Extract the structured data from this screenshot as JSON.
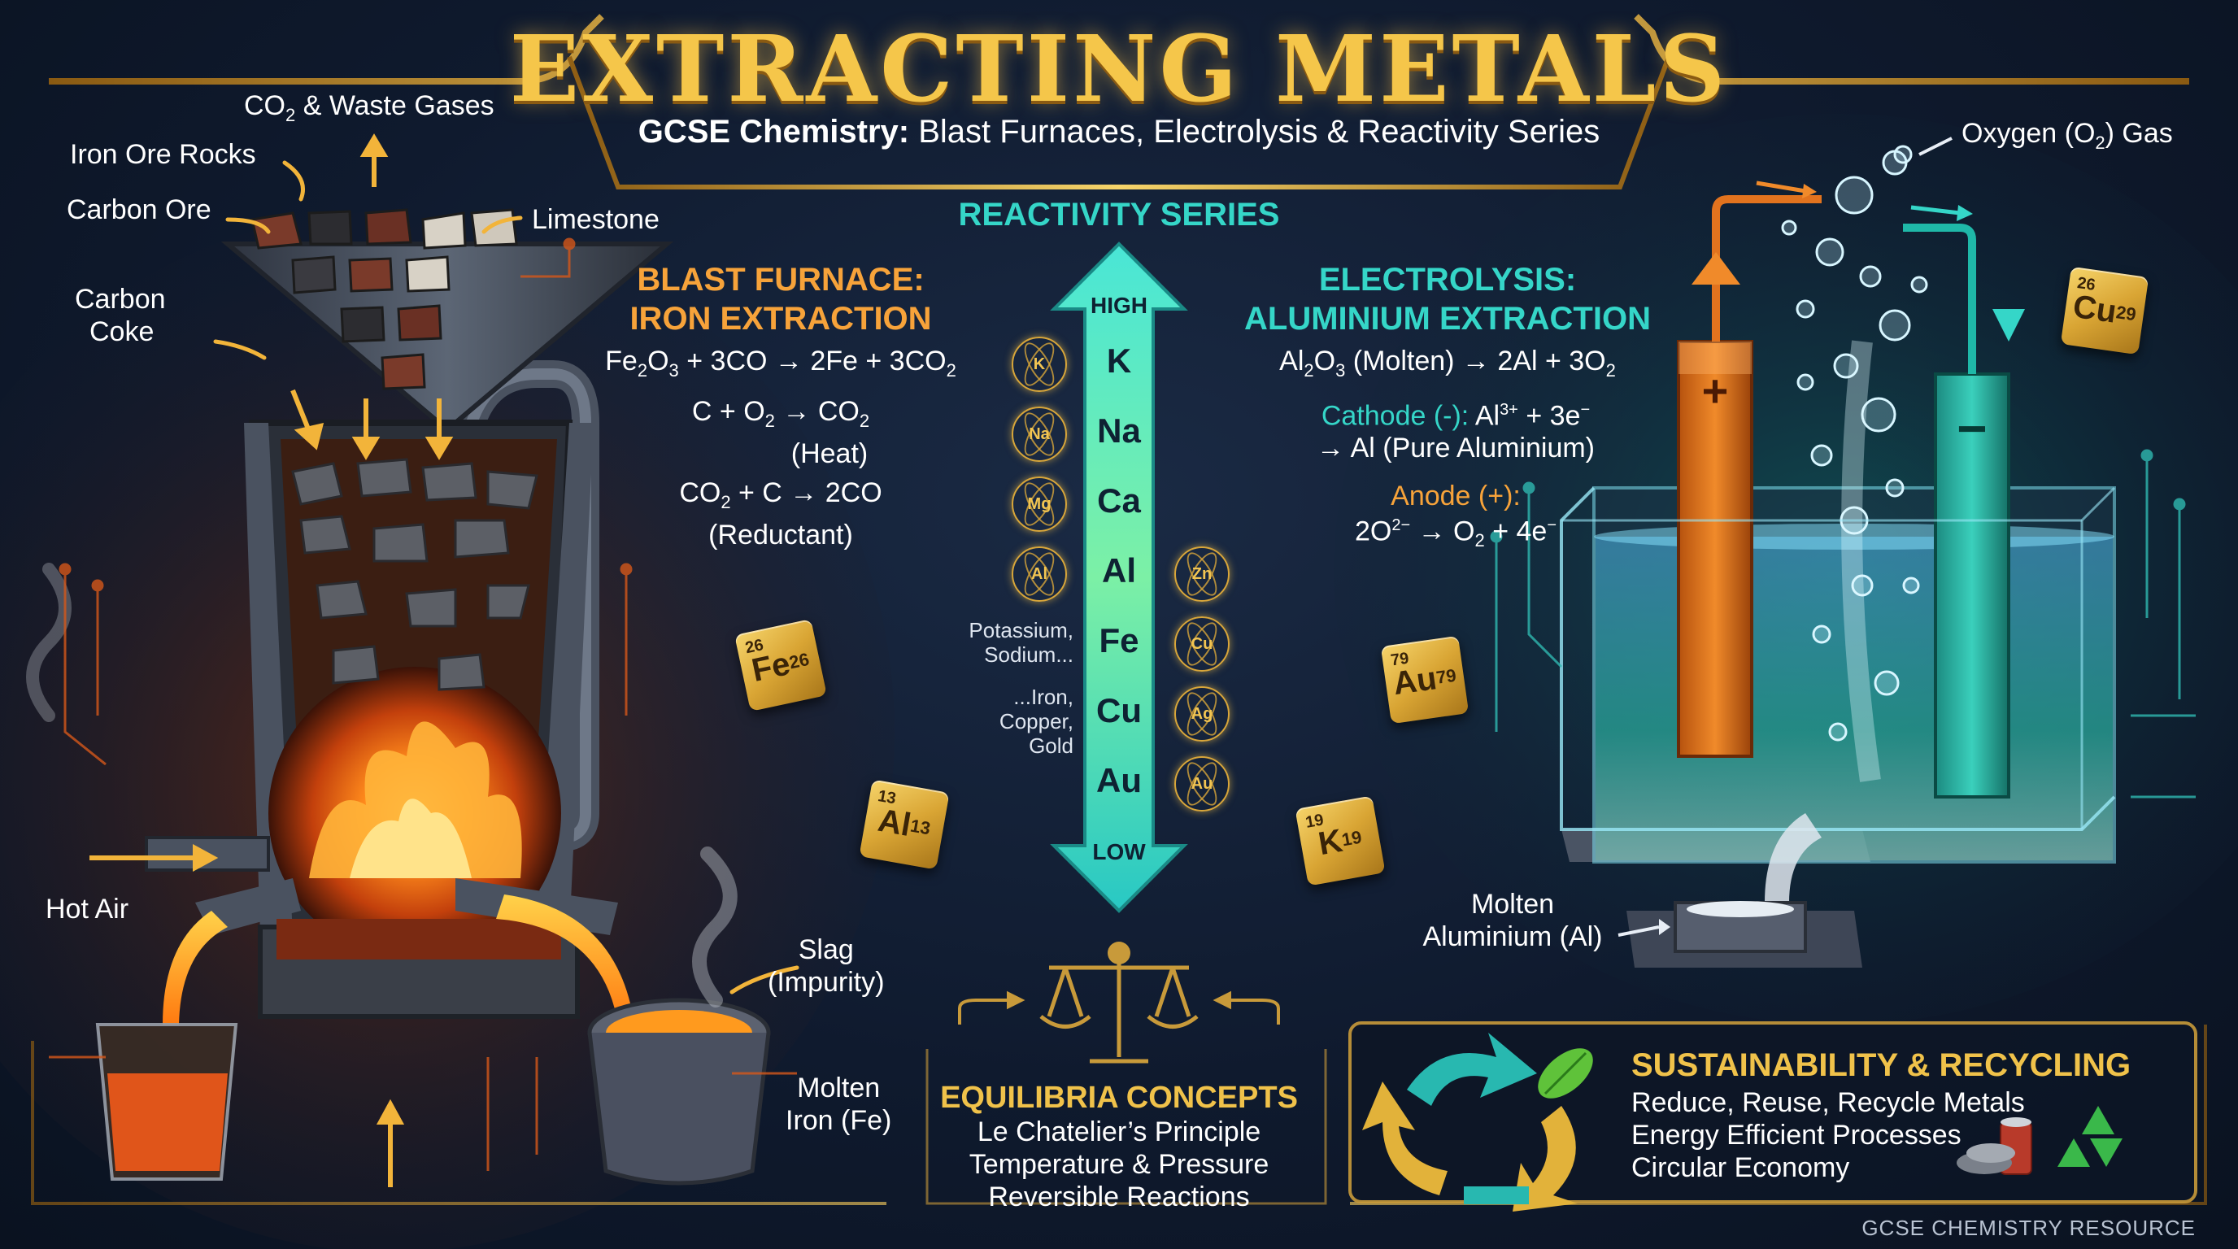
{
  "header": {
    "title": "EXTRACTING METALS",
    "subtitle_bold": "GCSE Chemistry:",
    "subtitle_rest": " Blast Furnaces, Electrolysis & Reactivity Series"
  },
  "furnace": {
    "labels": {
      "co2_gases_pre": "CO",
      "co2_gases_sub": "2",
      "co2_gases_post": " & Waste Gases",
      "iron_ore": "Iron Ore Rocks",
      "carbon_ore": "Carbon Ore",
      "limestone": "Limestone",
      "carbon_coke_1": "Carbon",
      "carbon_coke_2": "Coke",
      "hot_air": "Hot Air",
      "slag_1": "Slag",
      "slag_2": "(Impurity)",
      "molten_iron_1": "Molten",
      "molten_iron_2": "Iron (Fe)"
    },
    "heading_1": "BLAST FURNACE:",
    "heading_2": "IRON EXTRACTION",
    "eq1": {
      "a": "Fe",
      "a_sub": "2",
      "b": "O",
      "b_sub": "3",
      "c": " + 3CO → 2Fe + 3CO",
      "c_sub": "2"
    },
    "eq2": {
      "a": "C + O",
      "a_sub": "2",
      "b": " → CO",
      "b_sub": "2",
      "note": "(Heat)"
    },
    "eq3": {
      "a": "CO",
      "a_sub": "2",
      "b": " + C → 2CO",
      "note": "(Reductant)"
    }
  },
  "reactivity": {
    "heading": "REACTIVITY SERIES",
    "high": "HIGH",
    "low": "LOW",
    "elements": [
      "K",
      "Na",
      "Ca",
      "Al",
      "Fe",
      "Cu",
      "Au"
    ],
    "left_atoms": [
      "K",
      "Na",
      "Mg",
      "Al"
    ],
    "right_atoms": [
      "Zn",
      "Cu",
      "Ag",
      "Au"
    ],
    "note_1a": "Potassium,",
    "note_1b": "Sodium...",
    "note_2a": "...Iron,",
    "note_2b": "Copper,",
    "note_2c": "Gold"
  },
  "electrolysis": {
    "heading_1": "ELECTROLYSIS:",
    "heading_2": "ALUMINIUM EXTRACTION",
    "eq1": {
      "a": "Al",
      "a_sub": "2",
      "b": "O",
      "b_sub": "3",
      "c": " (Molten) → 2Al + 3O",
      "c_sub": "2"
    },
    "cathode_label": "Cathode (-):",
    "cathode_eq": {
      "a": " Al",
      "a_sup": "3+",
      "b": " + 3e",
      "b_sup": "−"
    },
    "cathode_eq2": "→ Al (Pure Aluminium)",
    "anode_label": "Anode (+):",
    "anode_eq": {
      "a": "2O",
      "a_sup": "2−",
      "b": " → O",
      "b_sub": "2",
      "c": " + 4e",
      "c_sup": "−"
    },
    "oxygen": {
      "a": "Oxygen (O",
      "sub": "2",
      "b": ") Gas"
    },
    "molten_al_1": "Molten",
    "molten_al_2": "Aluminium (Al)",
    "plus": "+",
    "minus": "−"
  },
  "tiles": [
    {
      "num": "26",
      "sym": "Fe",
      "sup": "26"
    },
    {
      "num": "13",
      "sym": "Al",
      "sup": "13"
    },
    {
      "num": "79",
      "sym": "Au",
      "sup": "79"
    },
    {
      "num": "19",
      "sym": "K",
      "sup": "19"
    },
    {
      "num": "26",
      "sym": "Cu",
      "sup": "29"
    }
  ],
  "equilibria": {
    "heading": "EQUILIBRIA CONCEPTS",
    "lines": [
      "Le Chatelier’s Principle",
      "Temperature & Pressure",
      "Reversible Reactions"
    ]
  },
  "sustainability": {
    "heading": "SUSTAINABILITY & RECYCLING",
    "lines": [
      "Reduce, Reuse, Recycle Metals",
      "Energy Efficient Processes",
      "Circular Economy"
    ]
  },
  "footer": "GCSE CHEMISTRY RESOURCE",
  "colors": {
    "gold": "#f0c24a",
    "orange": "#f7a33a",
    "teal": "#35d6c8",
    "background": "#0f1a2e",
    "molten": "#ff8a1c"
  }
}
